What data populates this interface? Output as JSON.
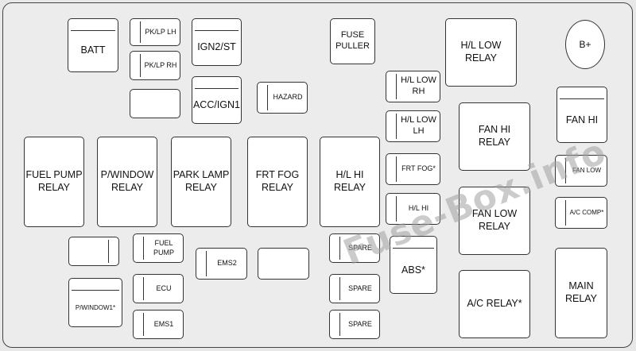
{
  "fuse_box": {
    "fuses": {
      "batt": "BATT",
      "pk_lp_lh": "PK/LP LH",
      "pk_lp_rh": "PK/LP RH",
      "ign2_st": "IGN2/ST",
      "acc_ign1": "ACC/IGN1",
      "blank_1": "",
      "hazard": "HAZARD",
      "fuse_puller": "FUSE\nPULLER",
      "hl_low_rh": "H/L LOW\nRH",
      "hl_low_lh": "H/L LOW\nLH",
      "frt_fog": "FRT FOG*",
      "hl_hi": "H/L HI",
      "fan_hi": "FAN HI",
      "fan_low": "FAN LOW",
      "ac_comp": "A/C COMP*",
      "b_plus": "B+",
      "blank_2": "",
      "fuel_pump": "FUEL\nPUMP",
      "ecu": "ECU",
      "ems1": "EMS1",
      "ems2": "EMS2",
      "blank_3": "",
      "p_window1": "P/WINDOW1*",
      "spare_1": "SPARE",
      "spare_2": "SPARE",
      "spare_3": "SPARE",
      "abs": "ABS*"
    },
    "relays": {
      "hl_low_relay": "H/L LOW\nRELAY",
      "fan_hi_relay": "FAN HI\nRELAY",
      "fan_low_relay": "FAN LOW\nRELAY",
      "ac_relay": "A/C RELAY*",
      "main_relay": "MAIN\nRELAY",
      "fuel_pump_relay": "FUEL PUMP\nRELAY",
      "p_window_relay": "P/WINDOW\nRELAY",
      "park_lamp_relay": "PARK LAMP\nRELAY",
      "frt_fog_relay": "FRT FOG\nRELAY",
      "hl_hi_relay": "H/L HI\nRELAY"
    }
  },
  "watermark": "Fuse-Box.info"
}
